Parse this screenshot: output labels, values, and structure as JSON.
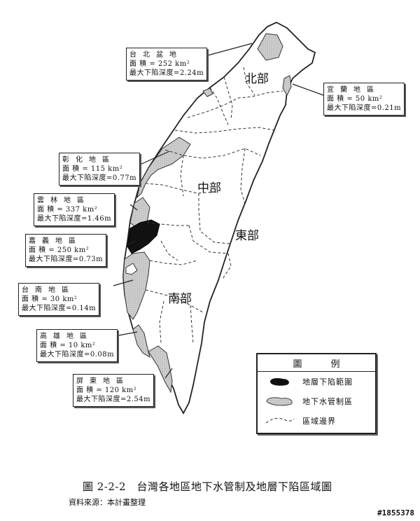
{
  "regions": {
    "north": "北部",
    "central": "中部",
    "east": "東部",
    "south": "南部"
  },
  "labels": [
    {
      "id": "taipei",
      "name": "台北盆地",
      "area": "面 積 = 252 km²",
      "depth": "最大下陷深度=2.24m"
    },
    {
      "id": "yilan",
      "name": "宜蘭地區",
      "area": "面 積 = 50 km²",
      "depth": "最大下陷深度=0.21m"
    },
    {
      "id": "changhua",
      "name": "彰化地區",
      "area": "面 積 = 115 km²",
      "depth": "最大下陷深度=0.77m"
    },
    {
      "id": "yunlin",
      "name": "雲林地區",
      "area": "面 積 = 337 km²",
      "depth": "最大下陷深度=1.46m"
    },
    {
      "id": "chiayi",
      "name": "嘉義地區",
      "area": "面 積 = 250 km²",
      "depth": "最大下陷深度=0.73m"
    },
    {
      "id": "tainan",
      "name": "台南地區",
      "area": "面 積 = 30 km²",
      "depth": "最大下陷深度=0.14m"
    },
    {
      "id": "kaohsiung",
      "name": "高雄地區",
      "area": "面 積 = 10 km²",
      "depth": "最大下陷深度=0.08m"
    },
    {
      "id": "pingtung",
      "name": "屏東地區",
      "area": "面 積 = 120 km²",
      "depth": "最大下陷深度=2.54m"
    }
  ],
  "legend": {
    "title_left": "圖",
    "title_right": "例",
    "items": [
      {
        "symbol": "black-blob-icon",
        "label": "地層下陷範圍"
      },
      {
        "symbol": "gray-blob-icon",
        "label": "地下水管制區"
      },
      {
        "symbol": "dashed-line-icon",
        "label": "區域邊界"
      }
    ]
  },
  "caption": "圖 2-2-2　台灣各地區地下水管制及地層下陷區域圖",
  "source": "資料來源：本計畫整理",
  "stamp": "#1855378",
  "colors": {
    "subsidence": "#111111",
    "control_zone": "#c8c8c8",
    "outline": "#222222"
  }
}
